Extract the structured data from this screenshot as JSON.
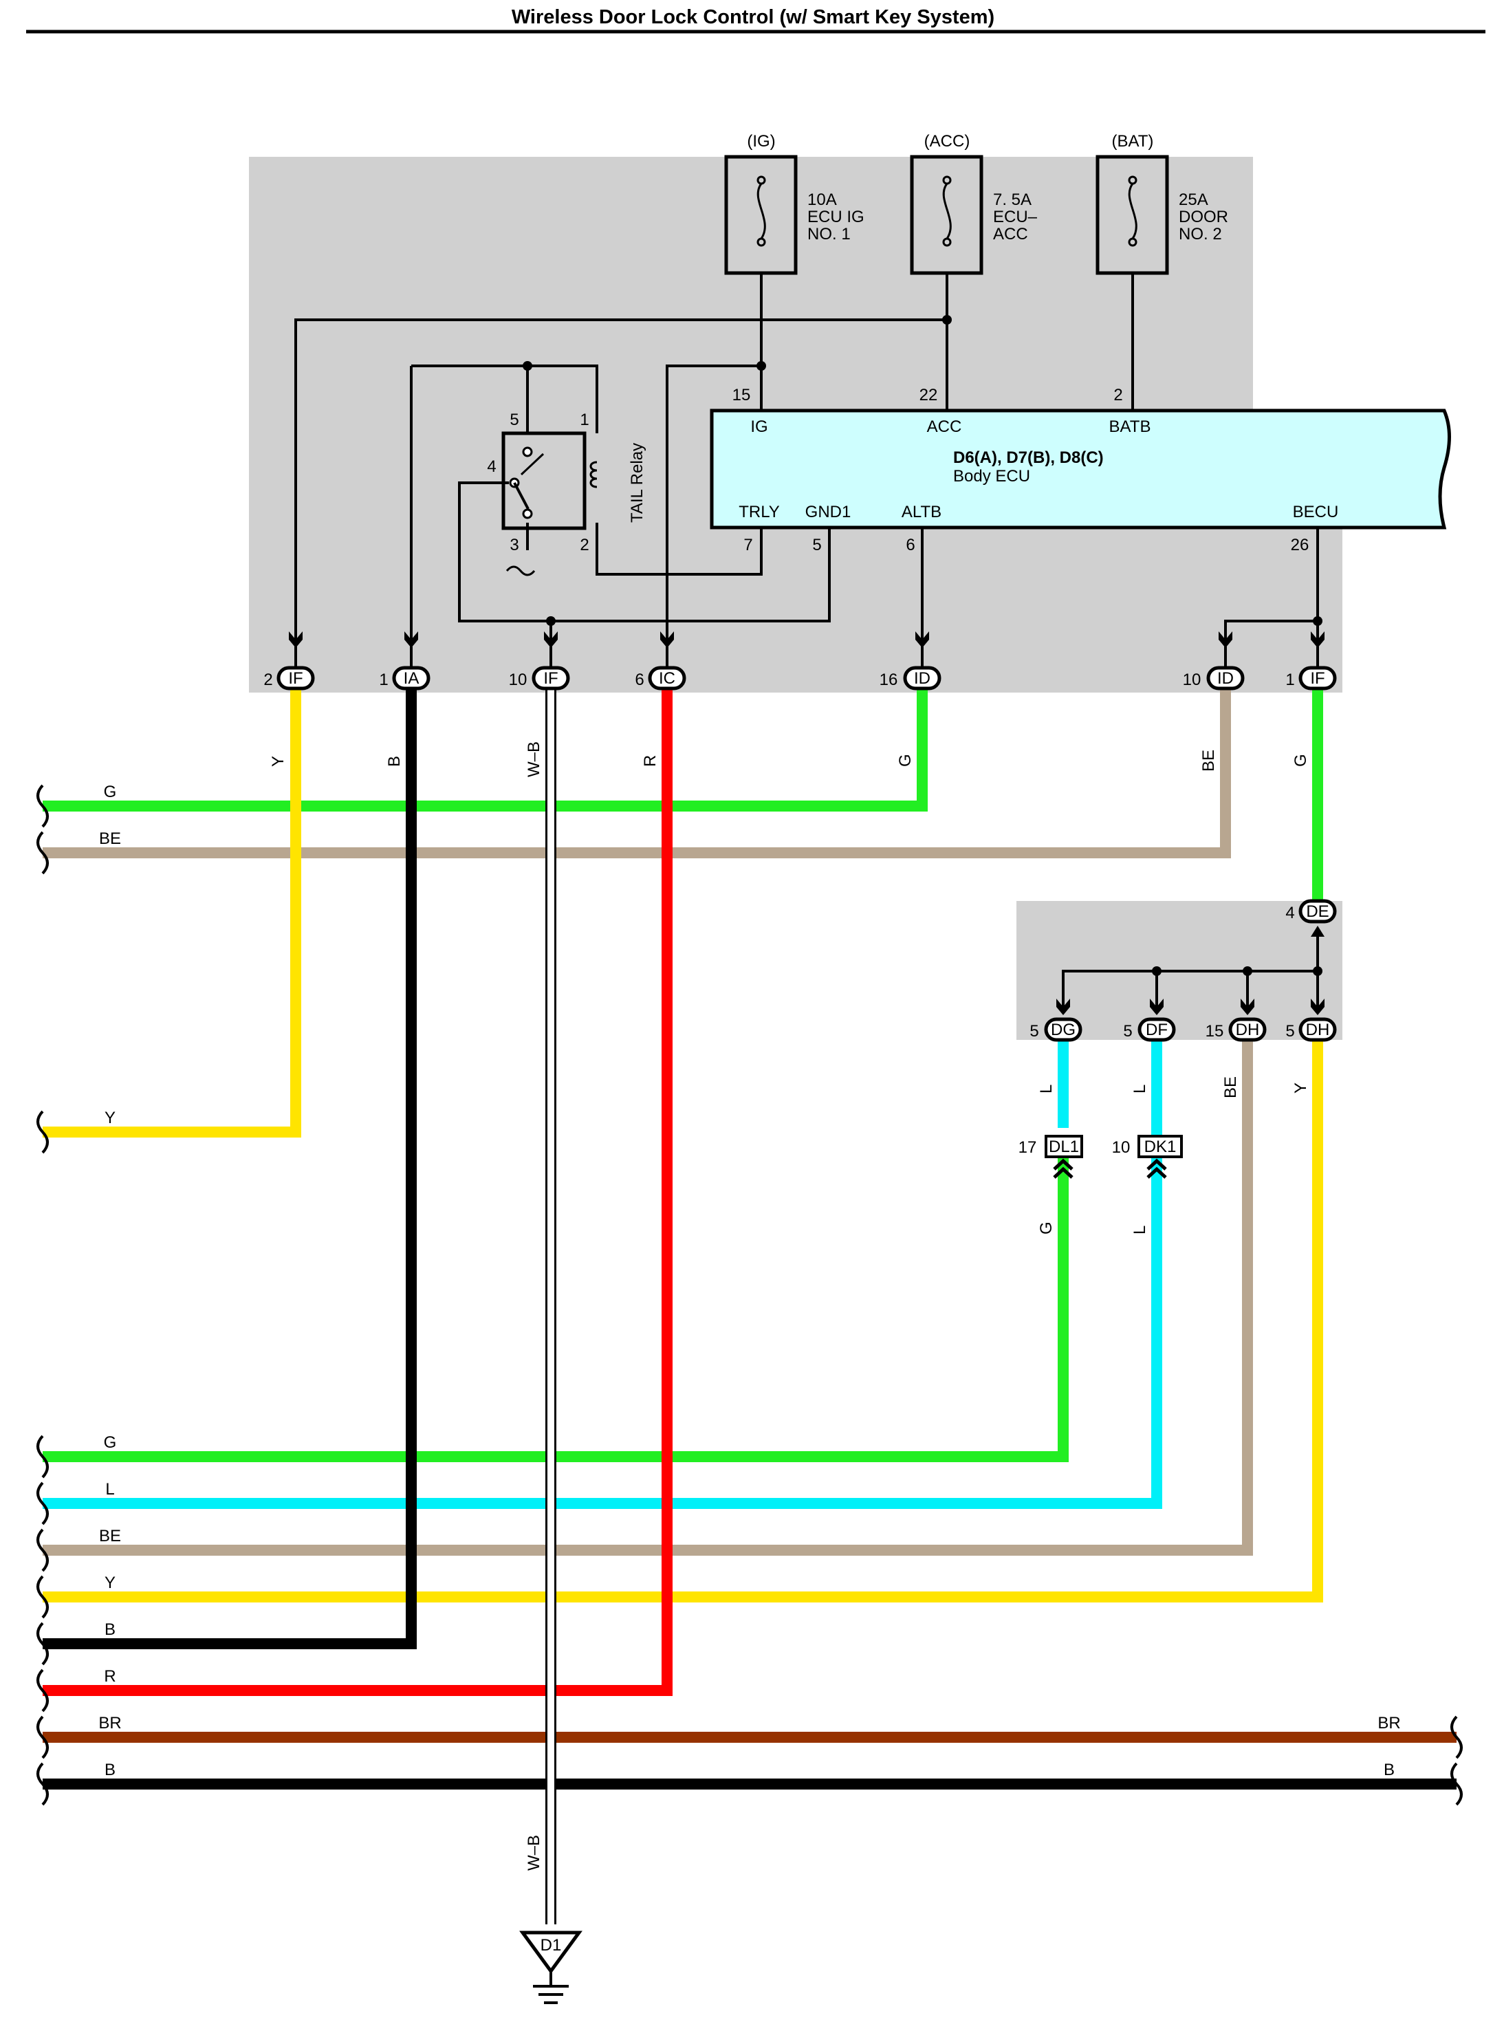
{
  "title": "Wireless Door Lock Control (w/ Smart Key System)",
  "fuses": [
    {
      "src": "(IG)",
      "l1": "10A",
      "l2": "ECU IG",
      "l3": "NO. 1"
    },
    {
      "src": "(ACC)",
      "l1": "7. 5A",
      "l2": "ECU–",
      "l3": "ACC"
    },
    {
      "src": "(BAT)",
      "l1": "25A",
      "l2": "DOOR",
      "l3": "NO. 2"
    }
  ],
  "relay": {
    "label": "TAIL Relay",
    "pins": [
      "5",
      "1",
      "4",
      "3",
      "2"
    ]
  },
  "ecu": {
    "line1": "D6(A), D7(B), D8(C)",
    "line2": "Body ECU",
    "top_pins": [
      {
        "num": "15",
        "name": "IG"
      },
      {
        "num": "22",
        "name": "ACC"
      },
      {
        "num": "2",
        "name": "BATB"
      }
    ],
    "bottom_pins": [
      {
        "num": "7",
        "name": "TRLY"
      },
      {
        "num": "5",
        "name": "GND1"
      },
      {
        "num": "6",
        "name": "ALTB"
      },
      {
        "num": "26",
        "name": "BECU"
      }
    ]
  },
  "connectors": {
    "c1": {
      "num": "2",
      "id": "IF"
    },
    "c2": {
      "num": "1",
      "id": "IA"
    },
    "c3": {
      "num": "10",
      "id": "IF"
    },
    "c4": {
      "num": "6",
      "id": "IC"
    },
    "c5": {
      "num": "16",
      "id": "ID"
    },
    "c6": {
      "num": "10",
      "id": "ID"
    },
    "c7": {
      "num": "1",
      "id": "IF"
    },
    "j1": {
      "num": "4",
      "id": "DE"
    },
    "j2": {
      "num": "5",
      "id": "DG"
    },
    "j3": {
      "num": "5",
      "id": "DF"
    },
    "j4": {
      "num": "15",
      "id": "DH"
    },
    "j5": {
      "num": "5",
      "id": "DH"
    },
    "k1": {
      "num": "17",
      "id": "DL1"
    },
    "k2": {
      "num": "10",
      "id": "DK1"
    }
  },
  "wire_labels": {
    "v1": "Y",
    "v2": "B",
    "v3": "W–B",
    "v4": "R",
    "v5": "G",
    "v6": "BE",
    "v7": "G",
    "v8": "L",
    "v9": "L",
    "v10": "BE",
    "v11": "Y",
    "v12": "G",
    "v13": "L",
    "v14": "W–B"
  },
  "bus_labels": {
    "b1": "G",
    "b2": "BE",
    "b3": "Y",
    "b4": "G",
    "b5": "L",
    "b6": "BE",
    "b7": "Y",
    "b8": "B",
    "b9": "R",
    "b10": "BR",
    "b11": "B",
    "b12": "BR",
    "b13": "B"
  },
  "ground": "D1",
  "colors": {
    "G": "#22ee22",
    "Y": "#ffe400",
    "B": "#000000",
    "R": "#ff0000",
    "BE": "#b8a690",
    "L": "#00f0f8",
    "BR": "#963200",
    "WB": "#ffffff",
    "panel": "#d0d0d0",
    "ecu_fill": "#cefefe"
  }
}
